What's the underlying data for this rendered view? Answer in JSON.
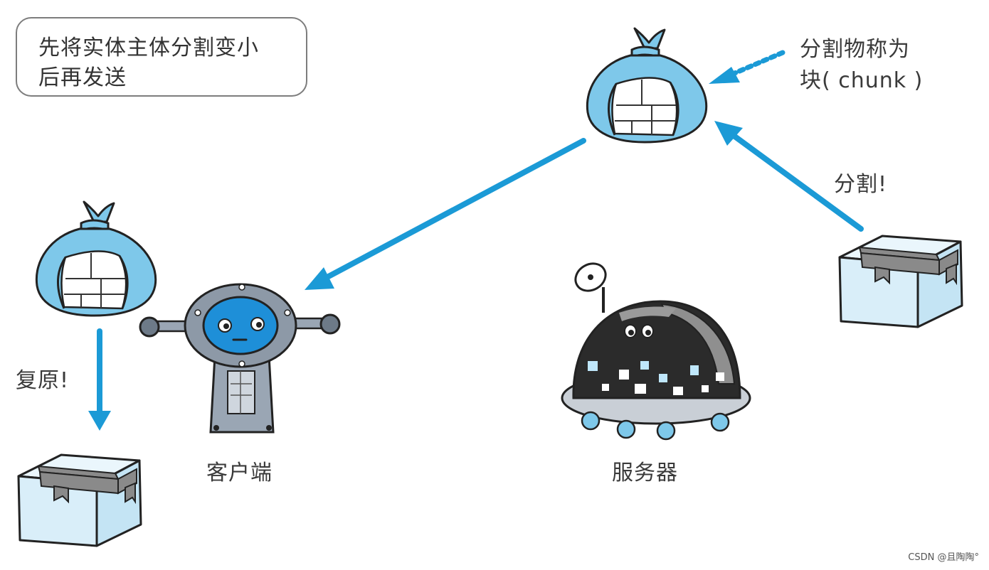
{
  "note": {
    "line1": "先将实体主体分割变小",
    "line2": "后再发送"
  },
  "labels": {
    "chunk_line1": "分割物称为",
    "chunk_line2": "块( chunk )",
    "split": "分割!",
    "restore": "复原!",
    "client": "客户端",
    "server": "服务器"
  },
  "watermark": "CSDN @且陶陶°",
  "colors": {
    "arrow": "#1b9ad6",
    "bundle": "#7ec8ea",
    "box": "#d9eef9",
    "tape": "#8a8a8a",
    "robot_face": "#1e8fd8",
    "outline": "#222222"
  },
  "icons": {
    "bundle": "cloth-bundle-icon",
    "box": "package-box-icon",
    "client": "client-robot-icon",
    "server": "server-robot-icon"
  }
}
